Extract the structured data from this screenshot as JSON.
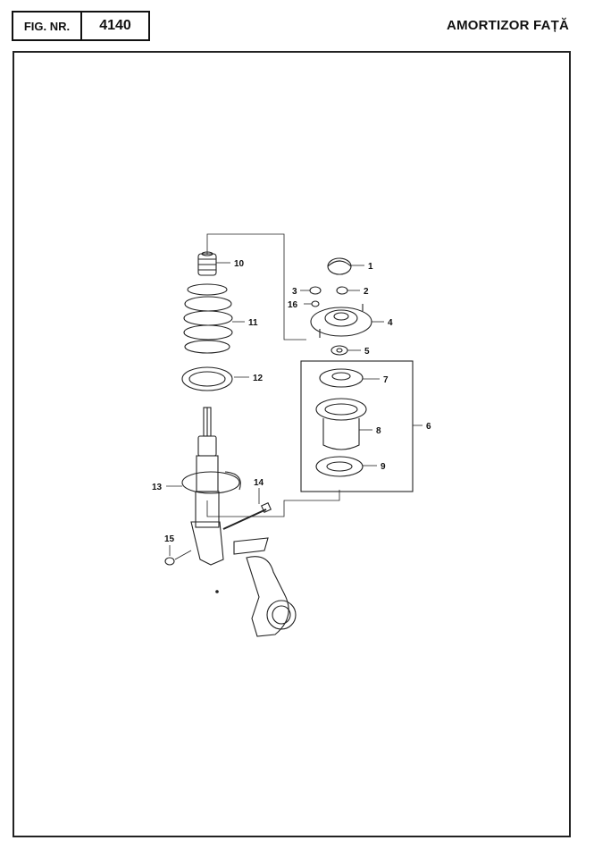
{
  "header": {
    "fig_label": "FIG. NR.",
    "fig_number": "4140",
    "title": "AMORTIZOR FAȚĂ"
  },
  "callouts": {
    "c1": "1",
    "c2": "2",
    "c3": "3",
    "c4": "4",
    "c5": "5",
    "c6": "6",
    "c7": "7",
    "c8": "8",
    "c9": "9",
    "c10": "10",
    "c11": "11",
    "c12": "12",
    "c13": "13",
    "c14": "14",
    "c15": "15",
    "c16": "16"
  }
}
